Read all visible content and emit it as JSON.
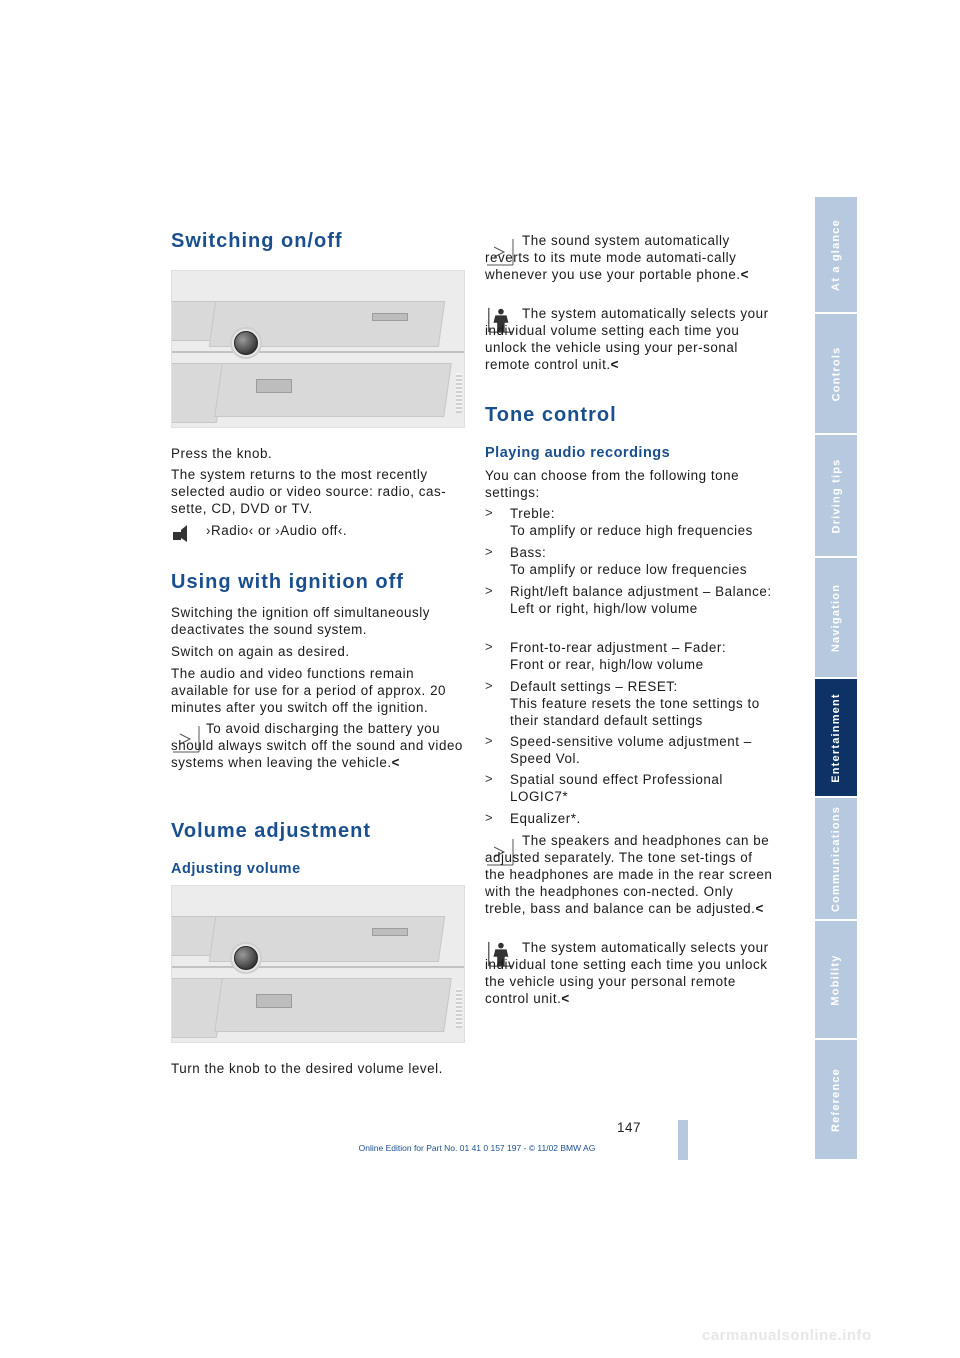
{
  "left_column": {
    "switching_heading": "Switching on/off",
    "switching_p1": "Press the knob.",
    "switching_p2": "The system returns to the most recently selected audio or video source: radio, cas-sette, CD, DVD or TV.",
    "voice_command": "›Radio‹ or ›Audio off‹.",
    "ignition_heading": "Using with ignition off",
    "ignition_p1": "Switching the ignition off simultaneously deactivates the sound system.",
    "ignition_p2": "Switch on again as desired.",
    "ignition_p3": "The audio and video functions remain available for use for a period of approx. 20 minutes after you switch off the ignition.",
    "ignition_note": "To avoid discharging the battery you should always switch off the sound and video systems when leaving the vehicle.",
    "volume_heading": "Volume adjustment",
    "adjusting_subheading": "Adjusting volume",
    "adjusting_p1": "Turn the knob to the desired volume level."
  },
  "right_column": {
    "mute_note": "The sound system automatically reverts to its mute mode automati-cally whenever you use your portable phone.",
    "volume_setting_note": "The system automatically selects your individual volume setting each time you unlock the vehicle using your per-sonal remote control unit.",
    "tone_heading": "Tone control",
    "playing_subheading": "Playing audio recordings",
    "tone_intro": "You can choose from the following tone settings:",
    "tone_settings": [
      {
        "bullet": ">",
        "text": "Treble:\nTo amplify or reduce high frequencies"
      },
      {
        "bullet": ">",
        "text": "Bass:\nTo amplify or reduce low frequencies"
      },
      {
        "bullet": ">",
        "text": "Right/left balance adjustment – Balance:\nLeft or right, high/low volume"
      },
      {
        "bullet": ">",
        "text": "Front-to-rear adjustment – Fader:\nFront or rear, high/low volume"
      },
      {
        "bullet": ">",
        "text": "Default settings – RESET:\nThis feature resets the tone settings to their standard default settings"
      },
      {
        "bullet": ">",
        "text": "Speed-sensitive volume adjustment – Speed Vol."
      },
      {
        "bullet": ">",
        "text": "Spatial sound effect Professional LOGIC7*"
      },
      {
        "bullet": ">",
        "text": "Equalizer*."
      }
    ],
    "headphones_note": "The speakers and headphones can be adjusted separately. The tone set-tings of the headphones are made in the rear screen with the headphones con-nected. Only treble, bass and balance can be adjusted.",
    "tone_setting_note": "The system automatically selects your individual tone setting each time you unlock the vehicle using your personal remote control unit.",
    "end_mark": "<"
  },
  "sidebar": {
    "tabs": [
      "At a glance",
      "Controls",
      "Driving tips",
      "Navigation",
      "Entertainment",
      "Communications",
      "Mobility",
      "Reference"
    ],
    "active": "Entertainment"
  },
  "page_number": "147",
  "footer": "Online Edition for Part No. 01 41 0 157 197 - © 11/02 BMW AG",
  "watermark": "carmanualsonline.info",
  "colors": {
    "heading": "#1a4f8f",
    "tab": "#b6c9de",
    "tab_active": "#0d3366"
  },
  "icons": [
    "note-arrow-icon",
    "voice-command-icon",
    "individual-setting-person-icon",
    "control-knob-photo"
  ]
}
